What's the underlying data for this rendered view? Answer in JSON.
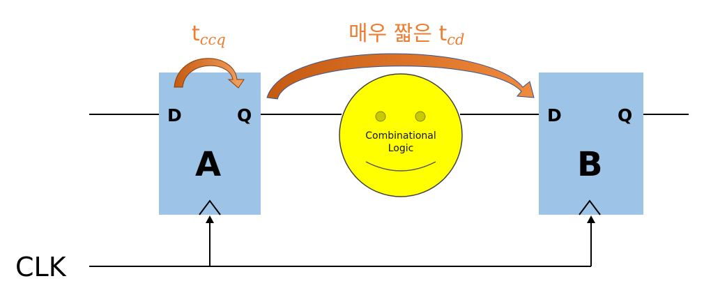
{
  "flipflop_a": {
    "label": "A",
    "d_pin": "D",
    "q_pin": "Q"
  },
  "flipflop_b": {
    "label": "B",
    "d_pin": "D",
    "q_pin": "Q"
  },
  "clock": {
    "label": "CLK"
  },
  "tccq": {
    "base": "t",
    "sub": "ccq"
  },
  "tcd": {
    "prefix": "매우 짧은 t",
    "sub": "cd"
  },
  "logic": {
    "line1": "Combinational",
    "line2": "Logic"
  },
  "colors": {
    "flipflop_fill": "#9dc3e6",
    "arrow": "#ed7d31",
    "smiley": "#ffff00",
    "wire": "#000000"
  }
}
